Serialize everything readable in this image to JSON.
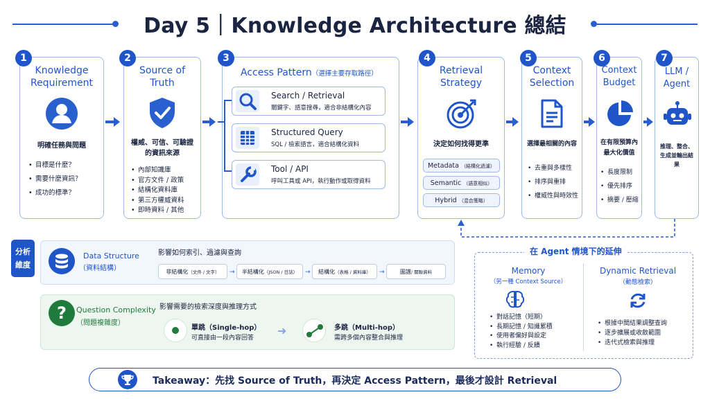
{
  "title": "Day 5｜Knowledge Architecture 總結",
  "steps": [
    {
      "num": "1",
      "title": "Knowledge Requirement",
      "sub": "明確任務與問題",
      "items": [
        "目標是什麼？",
        "需要什麼資訊？",
        "成功的標準？"
      ],
      "icon": "person-icon"
    },
    {
      "num": "2",
      "title": "Source of Truth",
      "sub": "權威、可信、可驗證的資訊來源",
      "items": [
        "內部知識庫",
        "官方文件 / 政策",
        "結構化資料庫",
        "第三方權威資料",
        "即時資料 / 其他"
      ],
      "icon": "shield-check-icon"
    },
    {
      "num": "3",
      "title": "Access Pattern",
      "title_note": "（選擇主要存取路徑）",
      "rows": [
        {
          "title": "Search / Retrieval",
          "desc": "關鍵字、語意搜尋，適合非結構化內容",
          "icon": "search-icon"
        },
        {
          "title": "Structured Query",
          "desc": "SQL / 檢索語言，適合結構化資料",
          "icon": "table-icon"
        },
        {
          "title": "Tool / API",
          "desc": "呼叫工具或 API，執行動作或取得資料",
          "icon": "wrench-icon"
        }
      ]
    },
    {
      "num": "4",
      "title": "Retrieval Strategy",
      "sub": "決定如何找得更準",
      "pills": [
        {
          "label": "Metadata",
          "note": "（結構化過濾）"
        },
        {
          "label": "Semantic",
          "note": "（語意相似）"
        },
        {
          "label": "Hybrid",
          "note": "（混合策略）"
        }
      ],
      "icon": "target-icon"
    },
    {
      "num": "5",
      "title": "Context Selection",
      "sub": "選擇最相關的內容",
      "items": [
        "去重與多樣性",
        "排序與重排",
        "權威性與時效性"
      ],
      "icon": "document-icon"
    },
    {
      "num": "6",
      "title": "Context Budget",
      "sub": "在有限預算內最大化價值",
      "items": [
        "長度限制",
        "優先排序",
        "摘要 / 壓縮"
      ],
      "icon": "pie-chart-icon"
    },
    {
      "num": "7",
      "title": "LLM / Agent",
      "sub": "推理、整合、生成並輸出結果",
      "icon": "robot-icon"
    }
  ],
  "analysis": {
    "label": "分析維度",
    "data_structure": {
      "title": "Data Structure",
      "subtitle": "（資料結構）",
      "desc": "影響如何索引、過濾與查詢",
      "chips": [
        {
          "label": "非結構化",
          "note": "（文件 / 文字）"
        },
        {
          "label": "半結構化",
          "note": "（JSON / 日誌）"
        },
        {
          "label": "結構化",
          "note": "（表格 / 資料庫）"
        },
        {
          "label": "圖譜",
          "note": "/ 關聯資料"
        }
      ]
    },
    "question_complexity": {
      "title": "Question Complexity",
      "subtitle": "（問題複雜度）",
      "desc": "影響需要的檢索深度與推理方式",
      "single": {
        "title": "單跳（Single-hop）",
        "desc": "可直接由一段內容回答"
      },
      "multi": {
        "title": "多跳（Multi-hop）",
        "desc": "需跨多個內容整合與推理"
      }
    }
  },
  "agent_ext": {
    "title": "在 Agent 情境下的延伸",
    "memory": {
      "title": "Memory",
      "subtitle": "（另一種 Context Source）",
      "items": [
        "對話記憶（短期）",
        "長期記憶 / 知識累積",
        "使用者偏好與設定",
        "執行經驗 / 反饋"
      ]
    },
    "dynamic": {
      "title": "Dynamic Retrieval",
      "subtitle": "（動態檢索）",
      "items": [
        "根據中間結果調整查詢",
        "逐步擴展或收斂範圍",
        "迭代式檢索與推理"
      ]
    }
  },
  "takeaway": "Takeaway：先找 Source of Truth，再決定  Access Pattern，最後才設計 Retrieval",
  "colors": {
    "primary": "#1f55c9",
    "border": "#9db8ea",
    "green": "#1f7a3c"
  }
}
